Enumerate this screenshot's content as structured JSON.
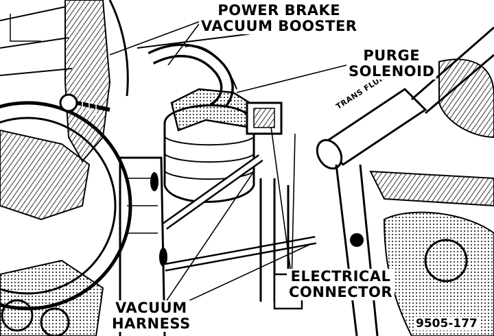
{
  "labels": {
    "power_brake_vacuum_booster": [
      "POWER BRAKE",
      "VACUUM BOOSTER"
    ],
    "purge_solenoid": [
      "PURGE",
      "SOLENOID"
    ],
    "electrical_connector": [
      "ELECTRICAL",
      "CONNECTOR"
    ],
    "vacuum_harness": [
      "VACUUM",
      "HARNESS"
    ],
    "trans_fluid": "TRANS FLUID"
  },
  "figure_number": "9505-177",
  "colors": {
    "ink": "#000000",
    "paper": "#ffffff"
  }
}
